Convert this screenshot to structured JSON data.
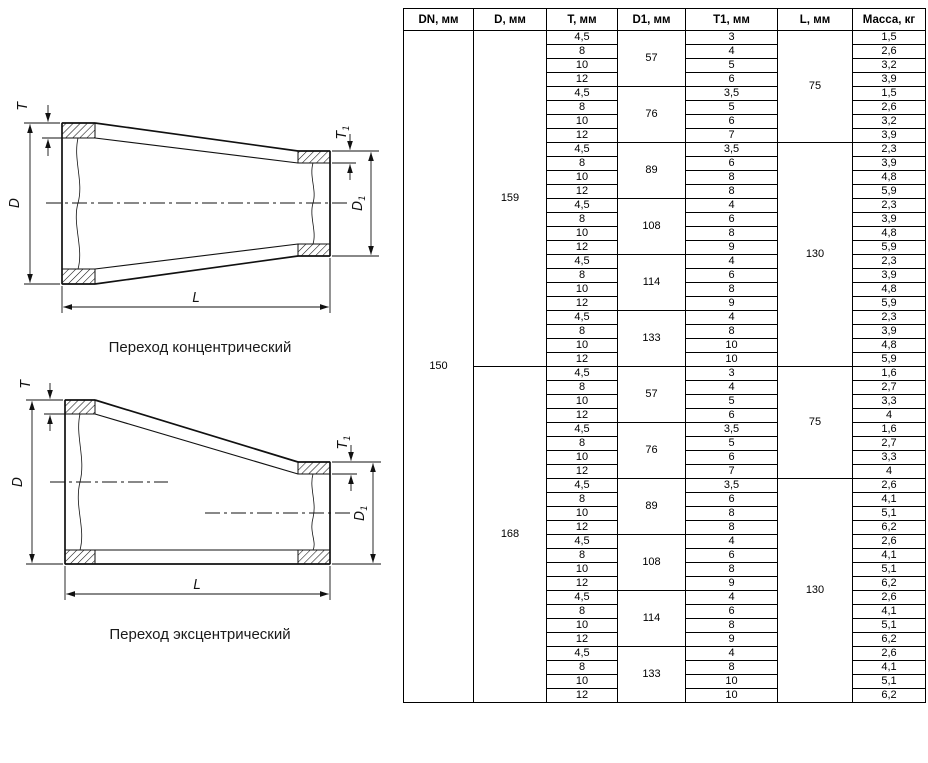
{
  "drawings": {
    "concentric_caption": "Переход концентрический",
    "eccentric_caption": "Переход эксцентрический",
    "dim_labels": {
      "d": "D",
      "t": "T",
      "l": "L",
      "sub_one": "1"
    }
  },
  "table": {
    "headers": [
      "DN, мм",
      "D, мм",
      "T, мм",
      "D1, мм",
      "T1, мм",
      "L, мм",
      "Масса, кг"
    ],
    "dn": "150",
    "d_groups": [
      {
        "d": "159",
        "l_groups": [
          {
            "l": "75",
            "d1_groups": [
              {
                "d1": "57",
                "rows": [
                  [
                    "4,5",
                    "3",
                    "1,5"
                  ],
                  [
                    "8",
                    "4",
                    "2,6"
                  ],
                  [
                    "10",
                    "5",
                    "3,2"
                  ],
                  [
                    "12",
                    "6",
                    "3,9"
                  ]
                ]
              },
              {
                "d1": "76",
                "rows": [
                  [
                    "4,5",
                    "3,5",
                    "1,5"
                  ],
                  [
                    "8",
                    "5",
                    "2,6"
                  ],
                  [
                    "10",
                    "6",
                    "3,2"
                  ],
                  [
                    "12",
                    "7",
                    "3,9"
                  ]
                ]
              }
            ]
          },
          {
            "l": "130",
            "d1_groups": [
              {
                "d1": "89",
                "rows": [
                  [
                    "4,5",
                    "3,5",
                    "2,3"
                  ],
                  [
                    "8",
                    "6",
                    "3,9"
                  ],
                  [
                    "10",
                    "8",
                    "4,8"
                  ],
                  [
                    "12",
                    "8",
                    "5,9"
                  ]
                ]
              },
              {
                "d1": "108",
                "rows": [
                  [
                    "4,5",
                    "4",
                    "2,3"
                  ],
                  [
                    "8",
                    "6",
                    "3,9"
                  ],
                  [
                    "10",
                    "8",
                    "4,8"
                  ],
                  [
                    "12",
                    "9",
                    "5,9"
                  ]
                ]
              },
              {
                "d1": "114",
                "rows": [
                  [
                    "4,5",
                    "4",
                    "2,3"
                  ],
                  [
                    "8",
                    "6",
                    "3,9"
                  ],
                  [
                    "10",
                    "8",
                    "4,8"
                  ],
                  [
                    "12",
                    "9",
                    "5,9"
                  ]
                ]
              },
              {
                "d1": "133",
                "rows": [
                  [
                    "4,5",
                    "4",
                    "2,3"
                  ],
                  [
                    "8",
                    "8",
                    "3,9"
                  ],
                  [
                    "10",
                    "10",
                    "4,8"
                  ],
                  [
                    "12",
                    "10",
                    "5,9"
                  ]
                ]
              }
            ]
          }
        ]
      },
      {
        "d": "168",
        "l_groups": [
          {
            "l": "75",
            "d1_groups": [
              {
                "d1": "57",
                "rows": [
                  [
                    "4,5",
                    "3",
                    "1,6"
                  ],
                  [
                    "8",
                    "4",
                    "2,7"
                  ],
                  [
                    "10",
                    "5",
                    "3,3"
                  ],
                  [
                    "12",
                    "6",
                    "4"
                  ]
                ]
              },
              {
                "d1": "76",
                "rows": [
                  [
                    "4,5",
                    "3,5",
                    "1,6"
                  ],
                  [
                    "8",
                    "5",
                    "2,7"
                  ],
                  [
                    "10",
                    "6",
                    "3,3"
                  ],
                  [
                    "12",
                    "7",
                    "4"
                  ]
                ]
              }
            ]
          },
          {
            "l": "130",
            "d1_groups": [
              {
                "d1": "89",
                "rows": [
                  [
                    "4,5",
                    "3,5",
                    "2,6"
                  ],
                  [
                    "8",
                    "6",
                    "4,1"
                  ],
                  [
                    "10",
                    "8",
                    "5,1"
                  ],
                  [
                    "12",
                    "8",
                    "6,2"
                  ]
                ]
              },
              {
                "d1": "108",
                "rows": [
                  [
                    "4,5",
                    "4",
                    "2,6"
                  ],
                  [
                    "8",
                    "6",
                    "4,1"
                  ],
                  [
                    "10",
                    "8",
                    "5,1"
                  ],
                  [
                    "12",
                    "9",
                    "6,2"
                  ]
                ]
              },
              {
                "d1": "114",
                "rows": [
                  [
                    "4,5",
                    "4",
                    "2,6"
                  ],
                  [
                    "8",
                    "6",
                    "4,1"
                  ],
                  [
                    "10",
                    "8",
                    "5,1"
                  ],
                  [
                    "12",
                    "9",
                    "6,2"
                  ]
                ]
              },
              {
                "d1": "133",
                "rows": [
                  [
                    "4,5",
                    "4",
                    "2,6"
                  ],
                  [
                    "8",
                    "8",
                    "4,1"
                  ],
                  [
                    "10",
                    "10",
                    "5,1"
                  ],
                  [
                    "12",
                    "10",
                    "6,2"
                  ]
                ]
              }
            ]
          }
        ]
      }
    ]
  }
}
